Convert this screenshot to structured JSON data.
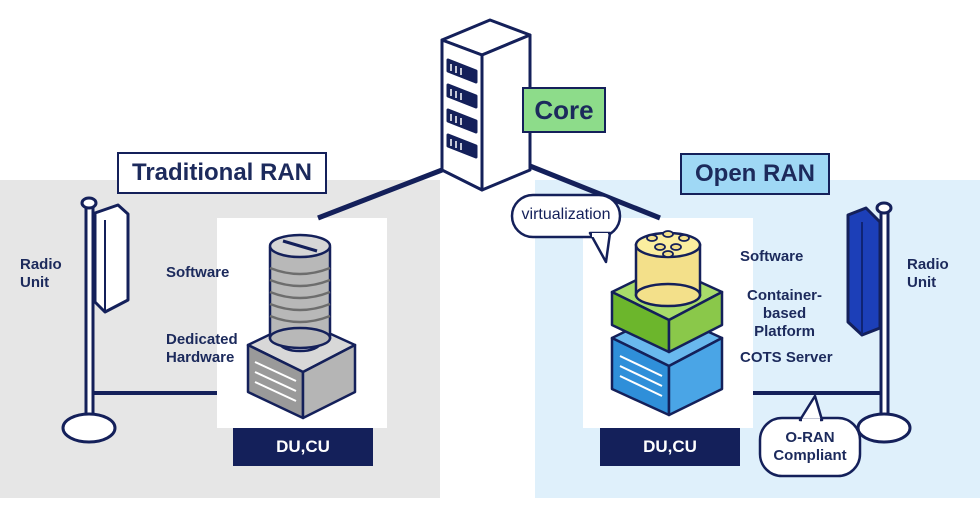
{
  "core": {
    "label": "Core"
  },
  "traditional": {
    "title": "Traditional RAN",
    "radio_unit": "Radio\nUnit",
    "software": "Software",
    "hardware": "Dedicated\nHardware",
    "unit_tag": "DU,CU"
  },
  "open": {
    "title": "Open RAN",
    "radio_unit": "Radio\nUnit",
    "software": "Software",
    "platform": "Container-based\nPlatform",
    "server": "COTS Server",
    "unit_tag": "DU,CU",
    "virtualization": "virtualization",
    "compliance": "O-RAN\nCompliant"
  },
  "colors": {
    "traditional_bg": "#e6e6e6",
    "open_bg": "#dff0fb",
    "core_badge": "#8ddc8a",
    "open_badge": "#9fd8f5",
    "navy": "#14205a"
  }
}
